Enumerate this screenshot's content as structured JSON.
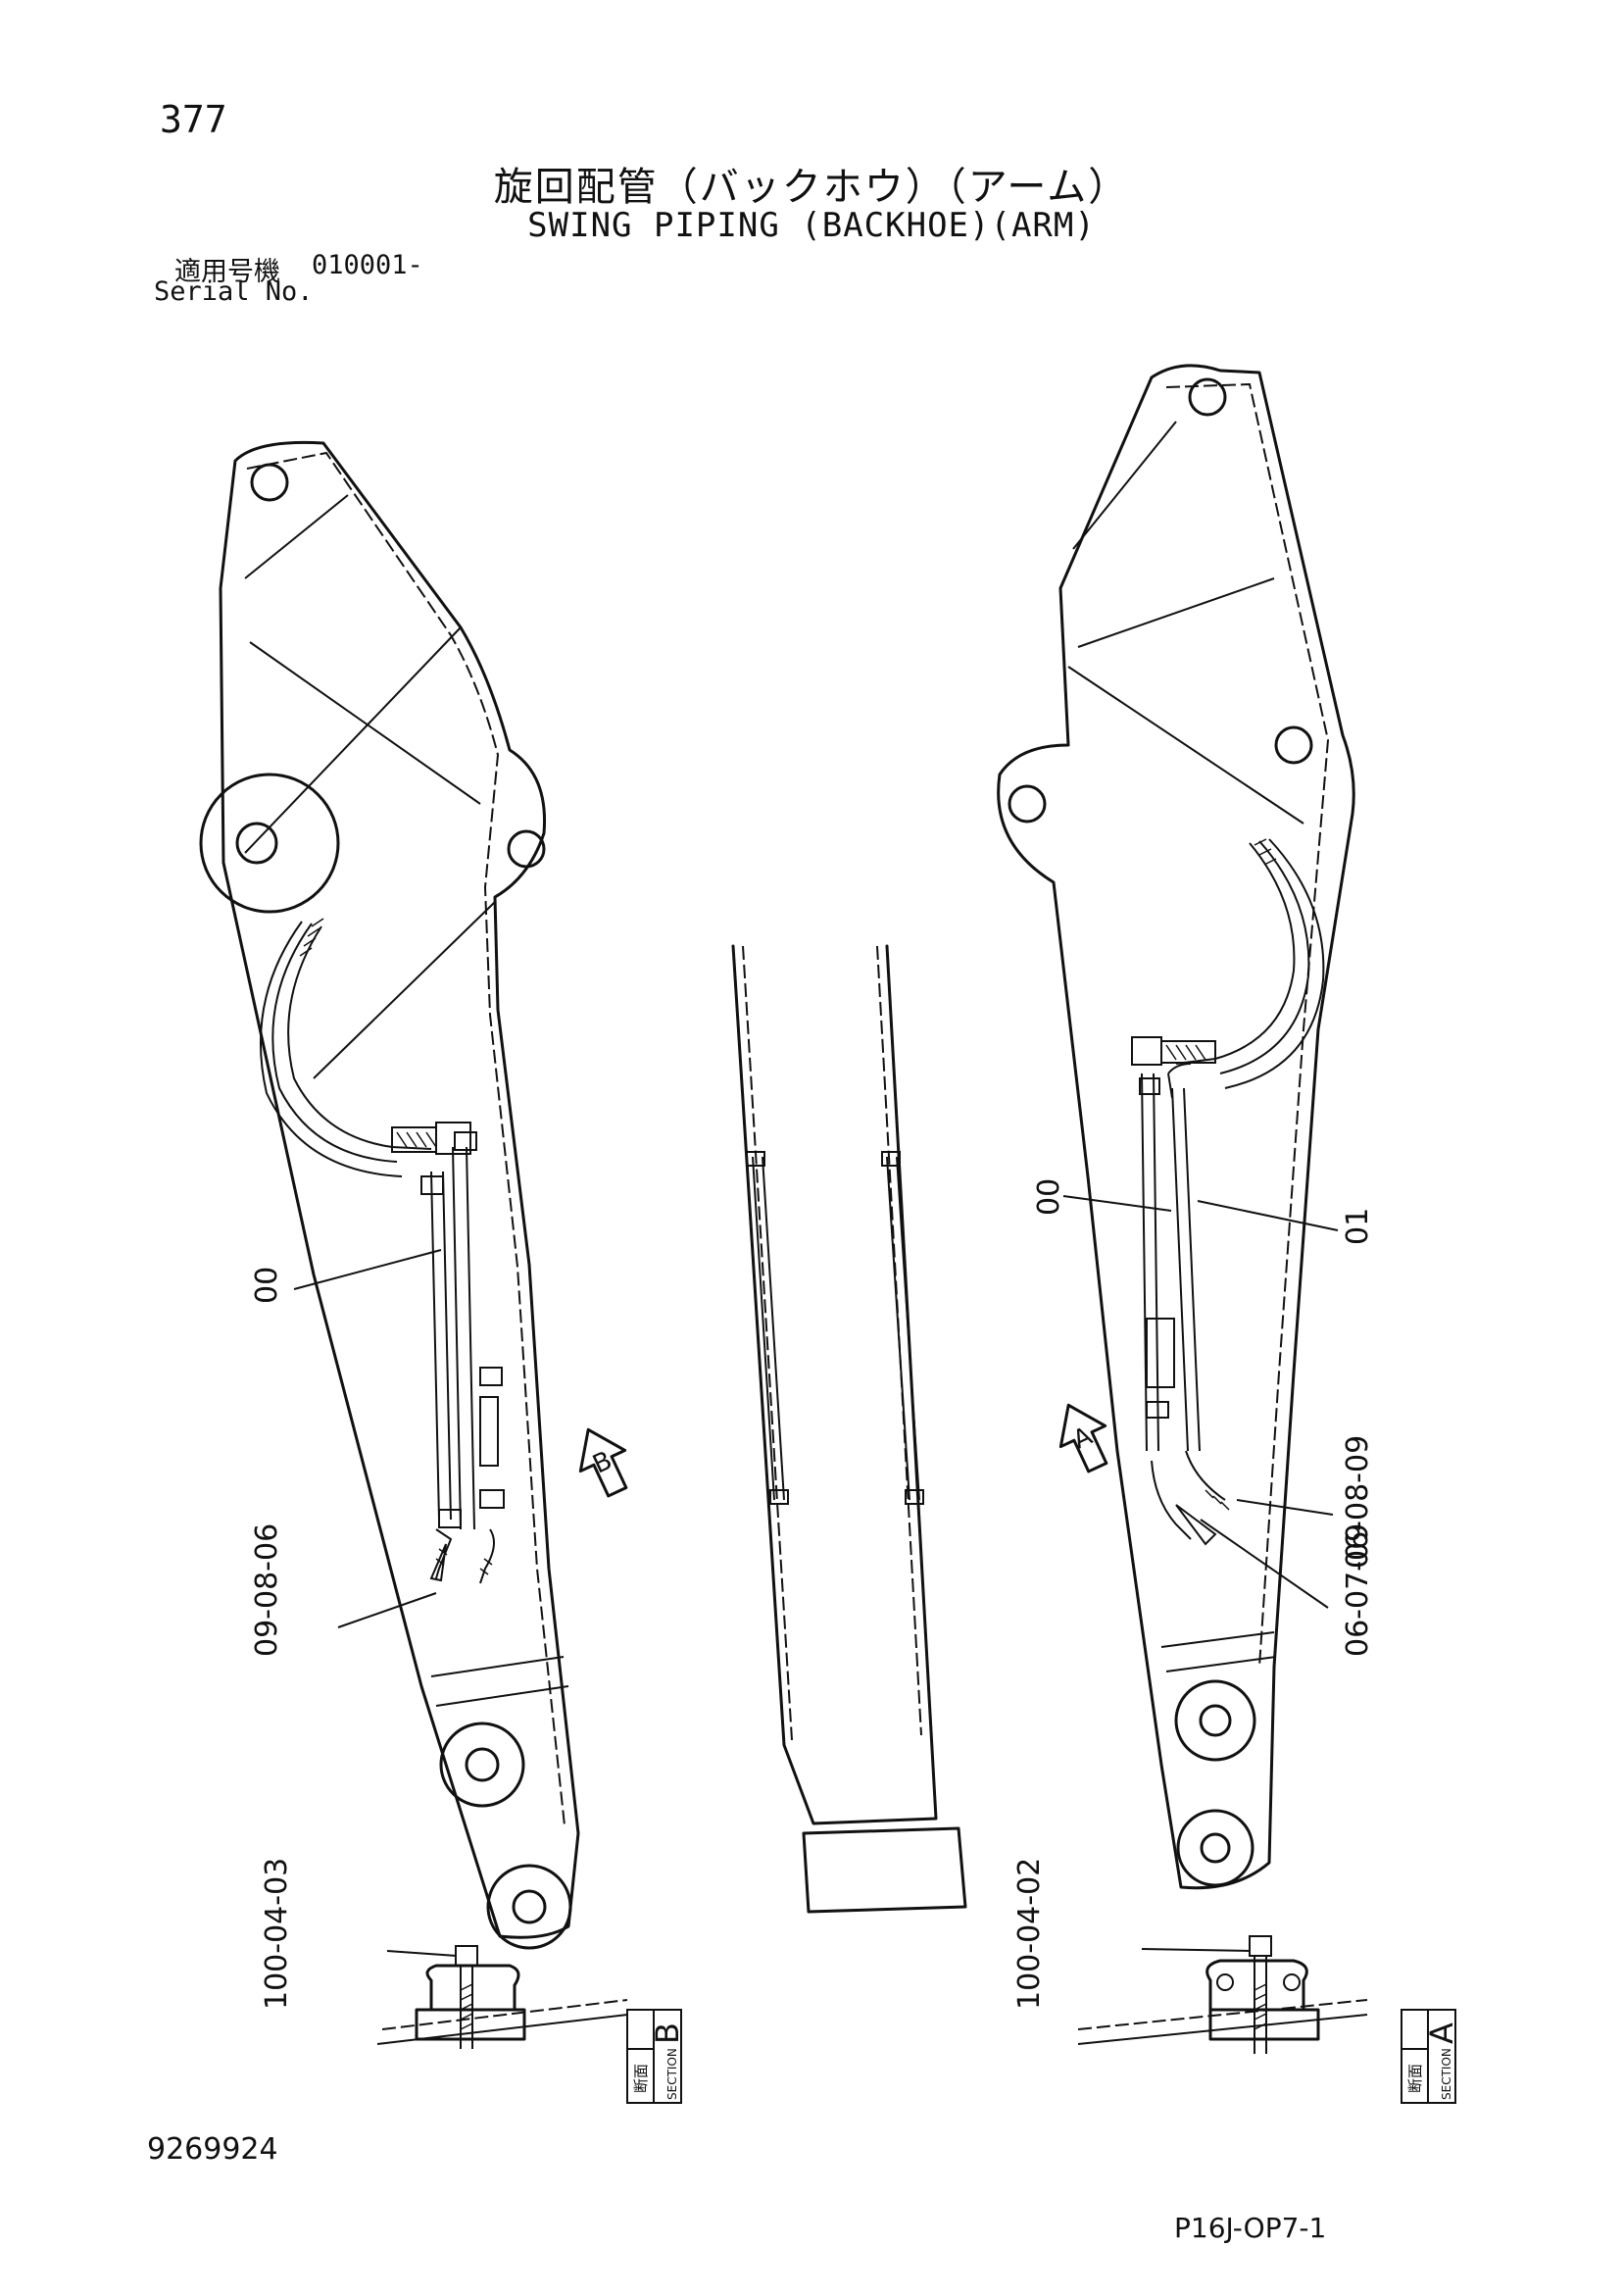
{
  "header": {
    "page_number": "377",
    "title_jp": "旋回配管（バックホウ）（アーム）",
    "title_en": "SWING PIPING (BACKHOE)(ARM)",
    "serial_label_jp": "適用号機",
    "serial_value": "010001-",
    "serial_label_en": "Serial No."
  },
  "callouts": {
    "left_00": "00",
    "left_09_08_06": "09-08-06",
    "left_100_04_03": "100-04-03",
    "right_00": "00",
    "right_01": "01",
    "right_06_08_09": "06-08-09",
    "right_06_07_09": "06-07-09",
    "right_100_04_02": "100-04-02"
  },
  "view_arrows": {
    "left": "B",
    "right": "A"
  },
  "sections": {
    "left": {
      "letter": "B",
      "label_jp": "断面",
      "label_en": "SECTION"
    },
    "right": {
      "letter": "A",
      "label_jp": "断面",
      "label_en": "SECTION"
    }
  },
  "footer": {
    "doc_number": "9269924",
    "page_code": "P16J-OP7-1"
  }
}
